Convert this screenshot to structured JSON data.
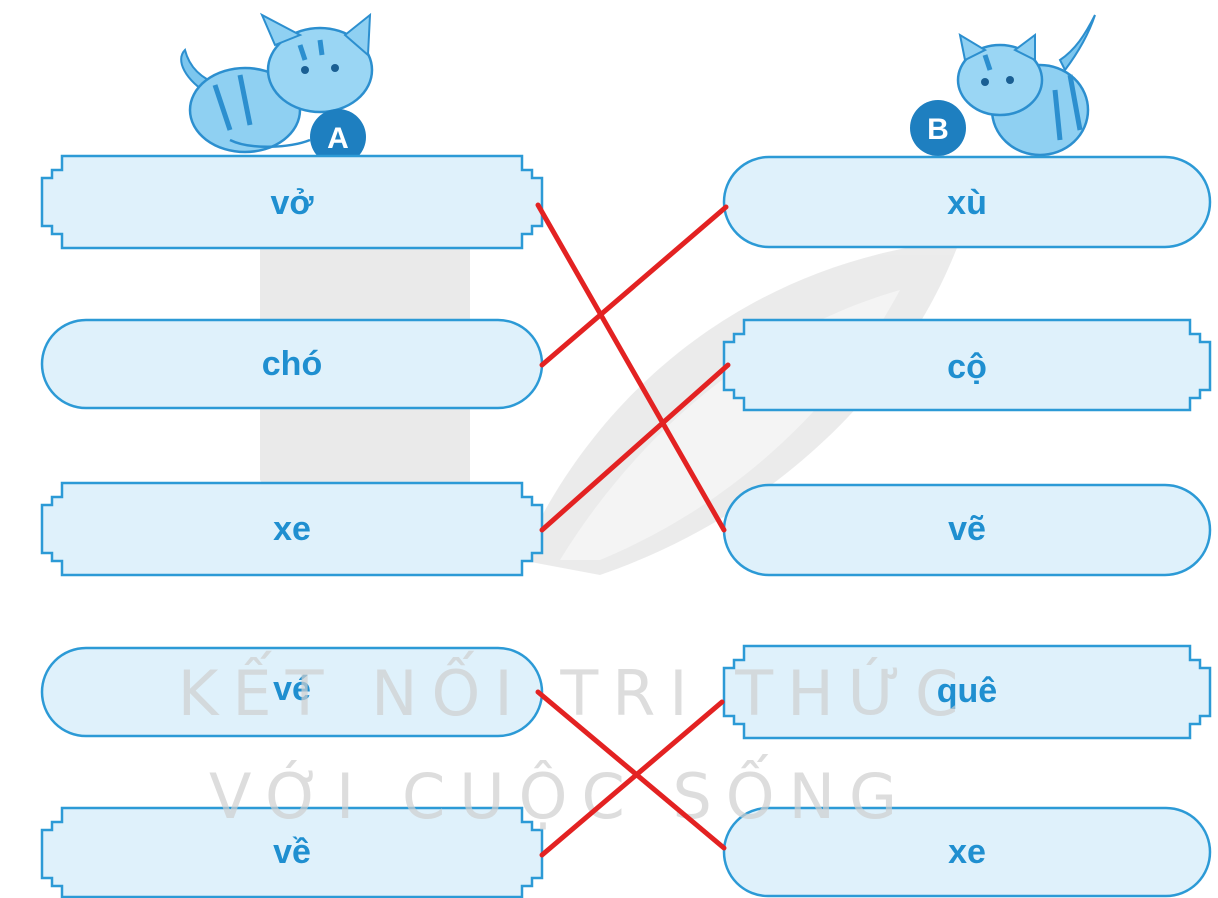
{
  "columns": {
    "left": {
      "badge": "A",
      "items": [
        "vở",
        "chó",
        "xe",
        "vé",
        "về"
      ]
    },
    "right": {
      "badge": "B",
      "items": [
        "xù",
        "cộ",
        "vẽ",
        "quê",
        "xe"
      ]
    }
  },
  "matches": [
    {
      "left": "vở",
      "right": "vẽ"
    },
    {
      "left": "chó",
      "right": "xù"
    },
    {
      "left": "xe",
      "right": "cộ"
    },
    {
      "left": "vé",
      "right": "xe"
    },
    {
      "left": "về",
      "right": "quê"
    }
  ],
  "watermark": {
    "line1": "KẾT NỐI TRI THỨC",
    "line2": "VỚI CUỘC SỐNG"
  },
  "colors": {
    "box_fill": "#dff1fb",
    "box_stroke": "#2c9ad6",
    "text": "#1f8fd0",
    "connector": "#e32222",
    "cat": "#7cc6ee",
    "badge": "#1e7fc0"
  }
}
